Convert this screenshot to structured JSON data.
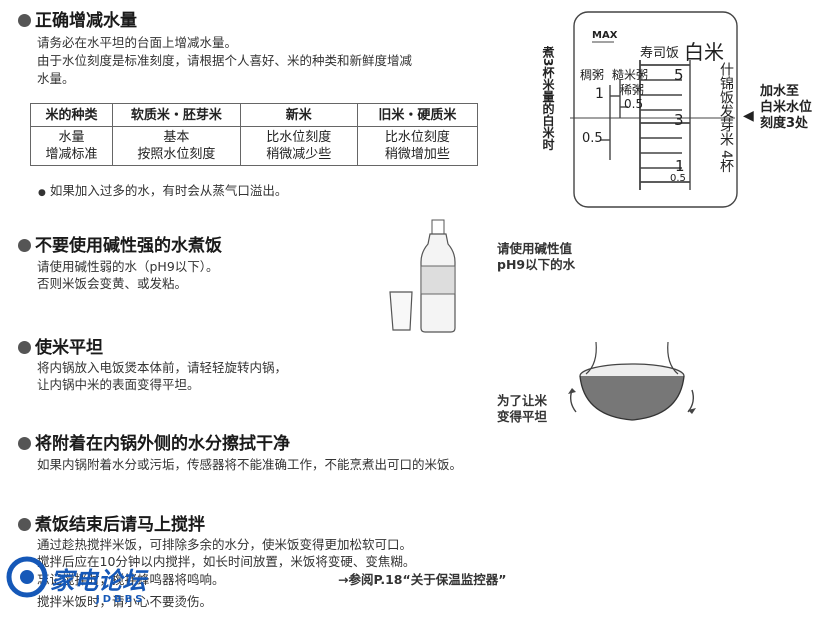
{
  "sec1": {
    "title": "正确增减水量",
    "line1": "请务必在水平坦的台面上增减水量。",
    "line2": "由于水位刻度是标准刻度，请根据个人喜好、米的种类和新鲜度增减",
    "line3": "水量。",
    "table": {
      "headers": [
        "米的种类",
        "软质米・胚芽米",
        "新米",
        "旧米・硬质米"
      ],
      "row_label": [
        "水量",
        "增减标准"
      ],
      "cells": [
        [
          "基本",
          "按照水位刻度"
        ],
        [
          "比水位刻度",
          "稍微减少些"
        ],
        [
          "比水位刻度",
          "稍微增加些"
        ]
      ]
    },
    "note": "如果加入过多的水，有时会从蒸气口溢出。"
  },
  "gauge": {
    "side_label": "煮3杯米量的白米时",
    "max": "MAX",
    "sushi": "寿司饭",
    "white_rice": "白米",
    "thick": "稠粥",
    "porridge": [
      "糙米粥",
      "稀粥"
    ],
    "left_marks": [
      "1",
      "0.5"
    ],
    "mid_marks": [
      "0.5"
    ],
    "right_marks": [
      "5",
      "3",
      "1",
      "0.5"
    ],
    "right_vertical": "什锦饭发芽米",
    "right_vertical2": "4杯",
    "callout": [
      "加水至",
      "白米水位",
      "刻度3处"
    ]
  },
  "sec2": {
    "title": "不要使用碱性强的水煮饭",
    "line1": "请使用碱性弱的水（pH9以下）。",
    "line2": "否则米饭会变黄、或发粘。",
    "caption": [
      "请使用碱性值",
      "pH9以下的水"
    ]
  },
  "sec3": {
    "title": "使米平坦",
    "line1": "将内锅放入电饭煲本体前，请轻轻旋转内锅，",
    "line2": "让内锅中米的表面变得平坦。",
    "caption": [
      "为了让米",
      "变得平坦"
    ]
  },
  "sec4": {
    "title": "将附着在内锅外侧的水分擦拭干净",
    "line1": "如果内锅附着水分或污垢，传感器将不能准确工作，不能烹煮出可口的米饭。"
  },
  "sec5": {
    "title": "煮饭结束后请马上搅拌",
    "line1": "通过趁热搅拌米饭，可排除多余的水分，使米饭变得更加松软可口。",
    "line2": "搅拌后应在10分钟以内搅拌，如长时间放置，米饭将变硬、变焦糊。",
    "line3": "忘记搅拌时，搅拌蜂鸣器将鸣响。",
    "ref": "→参阅P.18“关于保温监控器”",
    "line4": "搅拌米饭时，请小心不要烫伤。"
  },
  "watermark": {
    "text": "家电论坛",
    "sub": "JDBBS"
  },
  "colors": {
    "text": "#222222",
    "accent": "#1558b8",
    "rule": "#666666"
  }
}
